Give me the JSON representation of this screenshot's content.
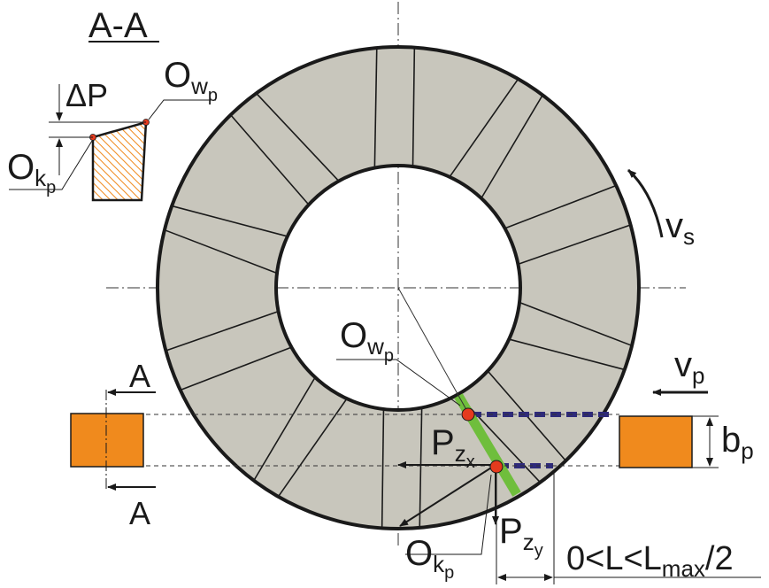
{
  "section_title": "A-A",
  "section_marks": {
    "top": "A",
    "bottom": "A"
  },
  "labels": {
    "delta_p": "ΔP",
    "o_wp": {
      "main": "O",
      "sub": "w",
      "subsub": "p"
    },
    "o_kp": {
      "main": "O",
      "sub": "k",
      "subsub": "p"
    },
    "p_zx": {
      "main": "P",
      "sub": "z",
      "subsub": "x"
    },
    "p_zy": {
      "main": "P",
      "sub": "z",
      "subsub": "y"
    },
    "v_s": {
      "main": "v",
      "sub": "s"
    },
    "v_p": {
      "main": "v",
      "sub": "p"
    },
    "b_p": {
      "main": "b",
      "sub": "p"
    },
    "length_range": {
      "left": "0<L<L",
      "sub": "max",
      "right": "/2"
    }
  },
  "colors": {
    "ring_fill": "#c8c6bc",
    "workpiece": "#f08a1d",
    "contact_band": "#6fbe3c",
    "contact_point": "#e53b1e",
    "dotted_path": "#2e2a7a",
    "ink": "#1a1a1a"
  },
  "ring": {
    "segment_count": 20
  }
}
